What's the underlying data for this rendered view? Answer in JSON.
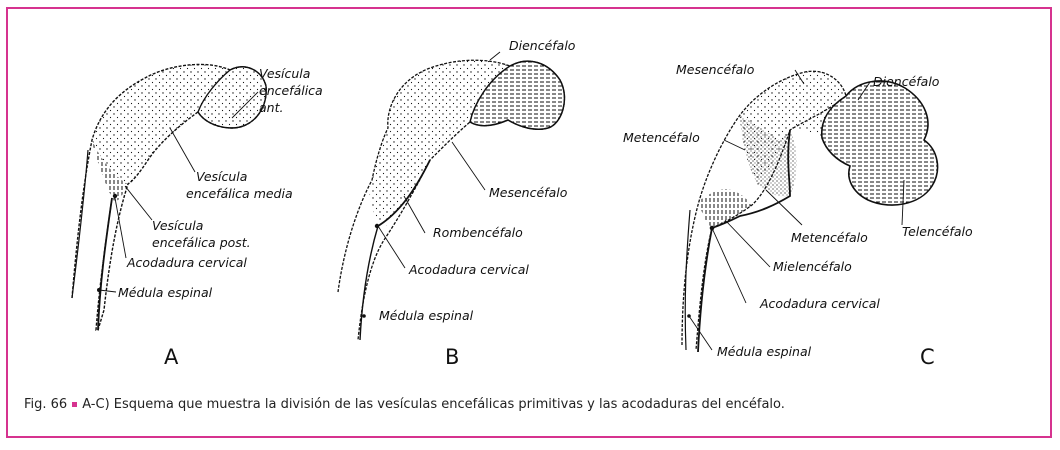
{
  "panels": {
    "a": {
      "letter": "A",
      "ves_ant": [
        "Vesícula",
        "encefálica",
        "ant."
      ],
      "ves_media": [
        "Vesícula",
        "encefálica media"
      ],
      "ves_post": [
        "Vesícula",
        "encefálica post."
      ],
      "acodadura": "Acodadura cervical",
      "medula": "Médula espinal"
    },
    "b": {
      "letter": "B",
      "diencefalo": "Diencéfalo",
      "mesencefalo": "Mesencéfalo",
      "rombencefalo": "Rombencéfalo",
      "acodadura": "Acodadura cervical",
      "medula": "Médula espinal"
    },
    "c": {
      "letter": "C",
      "mesencefalo": "Mesencéfalo",
      "diencefalo": "Diencéfalo",
      "metencefalo_top": "Metencéfalo",
      "metencefalo": "Metencéfalo",
      "telencefalo": "Telencéfalo",
      "mielencefalo": "Mielencéfalo",
      "acodadura": "Acodadura cervical",
      "medula": "Médula espinal"
    }
  },
  "caption": {
    "fig": "Fig. 66",
    "text": "A-C) Esquema que muestra la división de las vesículas encefálicas primitivas y las acodaduras del encéfalo."
  },
  "colors": {
    "frame": "#d6338f",
    "ink": "#111111"
  }
}
